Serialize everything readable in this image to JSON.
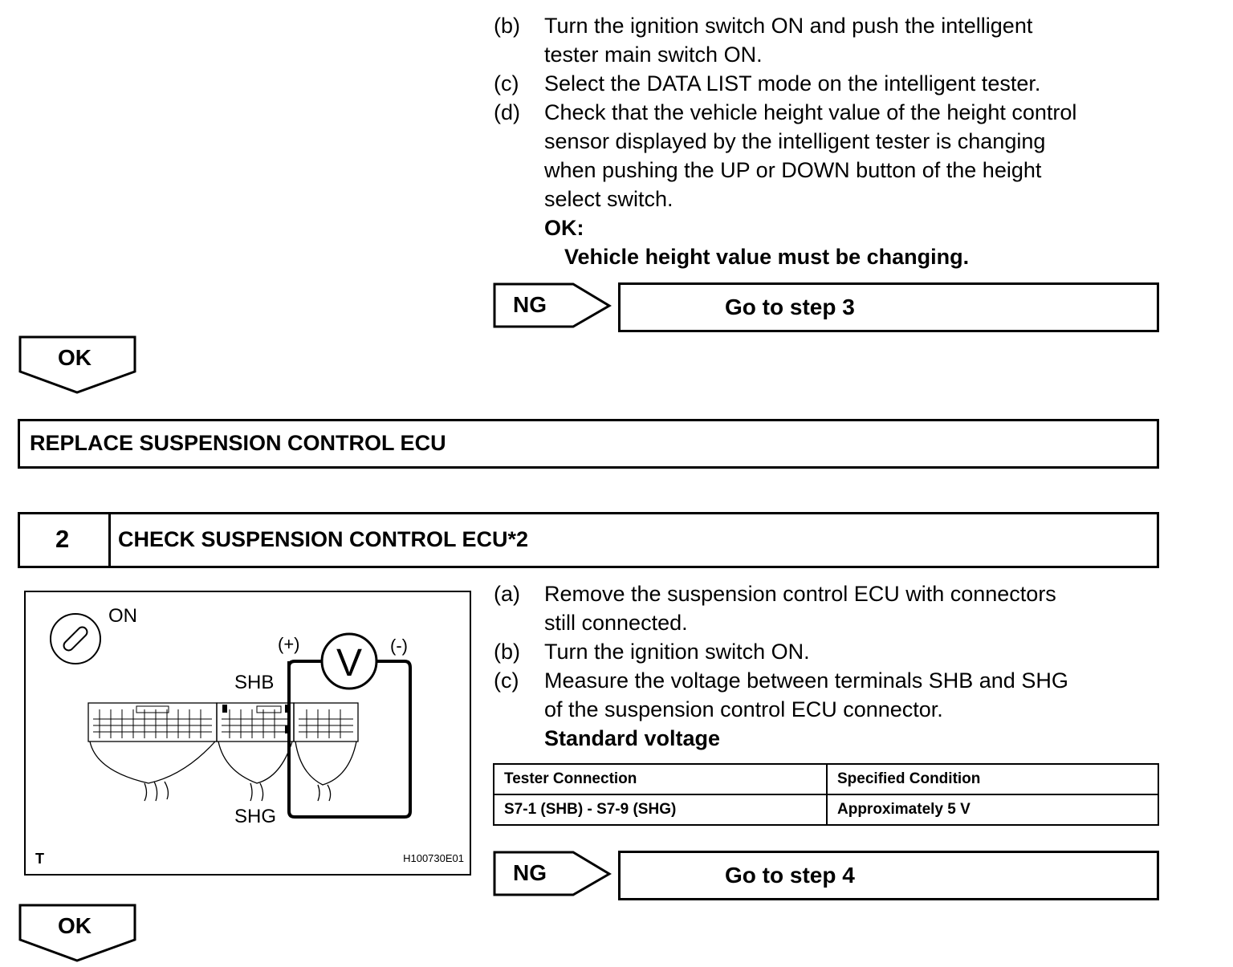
{
  "step1": {
    "items": [
      {
        "label": "(b)",
        "lines": [
          "Turn the ignition switch ON and push the intelligent",
          "tester main switch ON."
        ]
      },
      {
        "label": "(c)",
        "lines": [
          "Select the DATA LIST mode on the intelligent tester."
        ]
      },
      {
        "label": "(d)",
        "lines": [
          "Check that the vehicle height value of the height control",
          "sensor displayed by the intelligent tester is changing",
          "when pushing the UP or DOWN button of the height",
          "select switch."
        ]
      }
    ],
    "ok_heading": "OK:",
    "ok_text": "Vehicle height value must be changing.",
    "ng_label": "NG",
    "ng_target": "Go to step 3",
    "ok_arrow": "OK",
    "result_box": "REPLACE SUSPENSION CONTROL ECU"
  },
  "step2": {
    "number": "2",
    "title": "CHECK SUSPENSION CONTROL ECU*2",
    "items": [
      {
        "label": "(a)",
        "lines": [
          "Remove the suspension control ECU with connectors",
          "still connected."
        ]
      },
      {
        "label": "(b)",
        "lines": [
          "Turn the ignition switch ON."
        ]
      },
      {
        "label": "(c)",
        "lines": [
          "Measure the voltage between terminals SHB and SHG",
          "of the suspension control ECU connector."
        ]
      }
    ],
    "standard_heading": "Standard voltage",
    "table": {
      "headers": [
        "Tester Connection",
        "Specified Condition"
      ],
      "rows": [
        [
          "S7-1 (SHB) - S7-9 (SHG)",
          "Approximately 5 V"
        ]
      ]
    },
    "ng_label": "NG",
    "ng_target": "Go to step 4",
    "ok_arrow": "OK",
    "diagram": {
      "switch_label": "ON",
      "plus": "(+)",
      "minus": "(-)",
      "meter": "V",
      "terminal_top": "SHB",
      "terminal_bottom": "SHG",
      "corner_label": "T",
      "figure_id": "H100730E01"
    }
  }
}
